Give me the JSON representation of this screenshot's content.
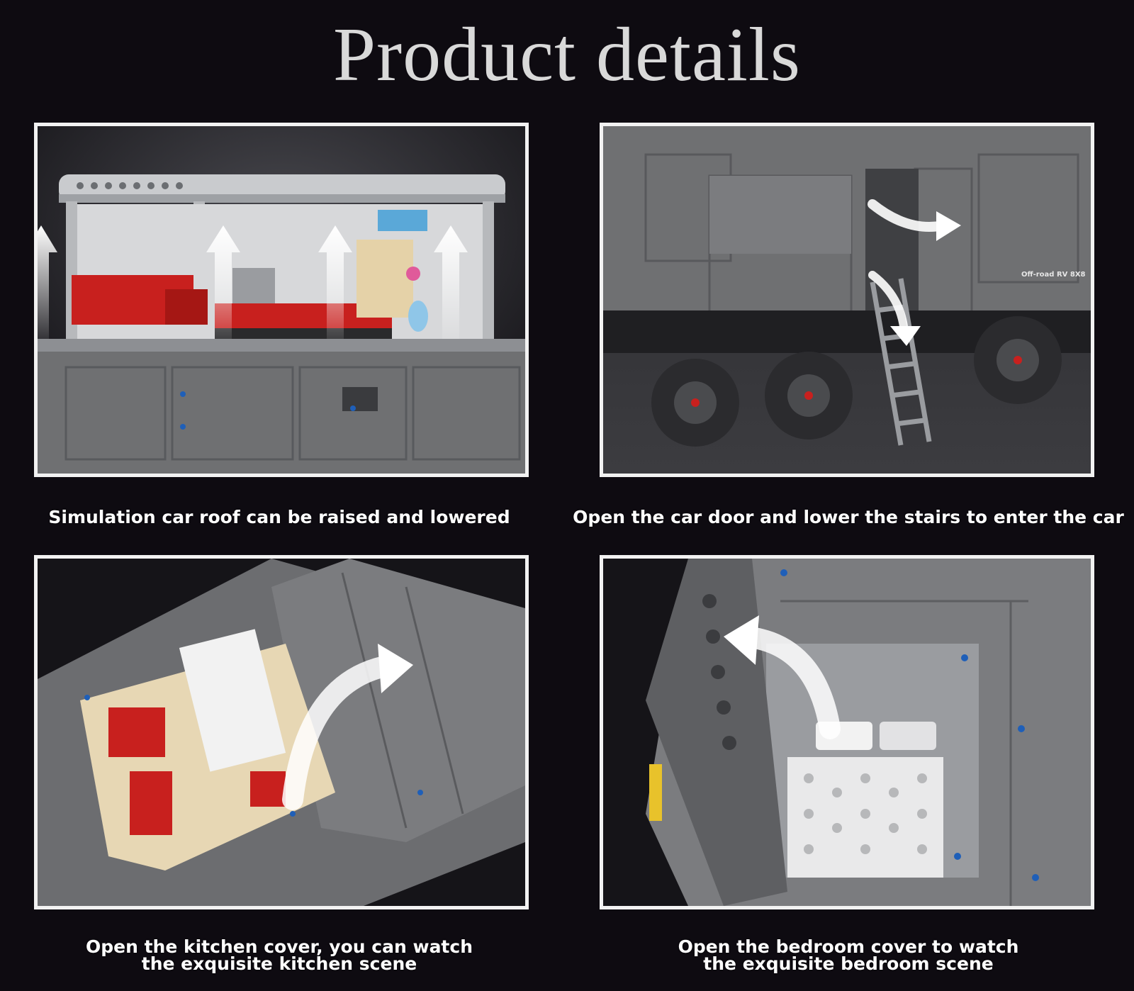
{
  "title": "Product details",
  "panels": [
    {
      "caption_lines": [
        "Simulation car roof can be raised and lowered"
      ]
    },
    {
      "caption_lines": [
        "Open the car door and lower the stairs to enter the car"
      ],
      "vehicle_label": "Off-road RV 8X8"
    },
    {
      "caption_lines": [
        "Open the kitchen cover, you can watch",
        "the exquisite kitchen scene"
      ]
    },
    {
      "caption_lines": [
        "Open the bedroom cover to watch",
        "the exquisite bedroom scene"
      ]
    }
  ],
  "colors": {
    "background": "#0e0b11",
    "title": "#d9d9d9",
    "frame": "#f2f2f2",
    "caption": "#ffffff",
    "model_gray": "#6f7072",
    "accent_red": "#c8201e",
    "arrow": "#ffffff"
  }
}
